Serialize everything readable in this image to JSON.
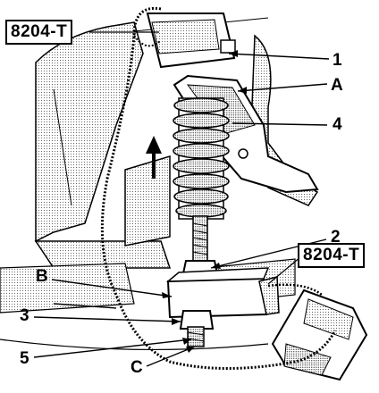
{
  "tool_labels": {
    "top": "8204-T",
    "bottom": "8204-T"
  },
  "callouts": {
    "c1": "1",
    "cA": "A",
    "c4": "4",
    "c2": "2",
    "cB": "B",
    "c3": "3",
    "c5": "5",
    "cC": "C"
  }
}
